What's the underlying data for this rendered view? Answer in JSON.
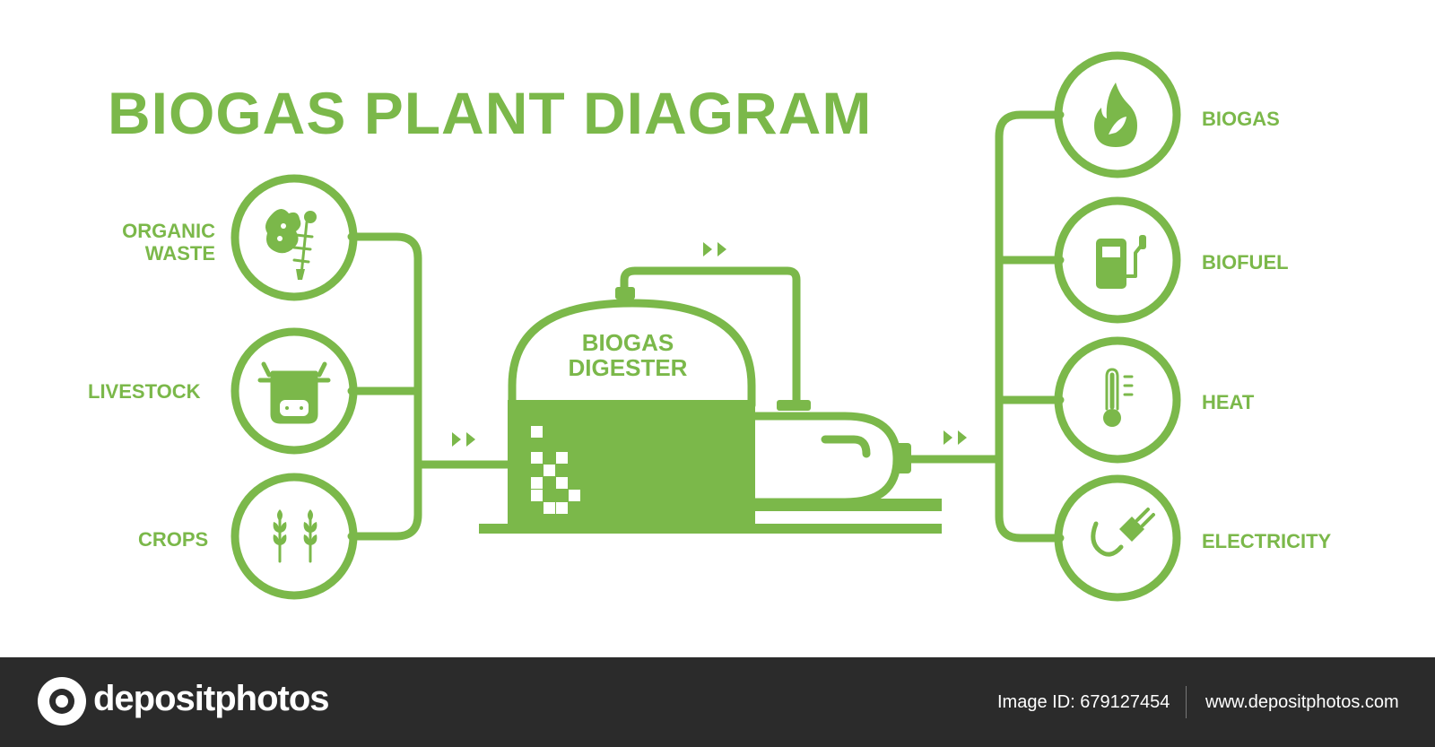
{
  "title": "BIOGAS PLANT DIAGRAM",
  "colors": {
    "accent": "#7bb84a",
    "background": "#ffffff",
    "footer": "#2b2b2b"
  },
  "inputs": [
    {
      "label_lines": [
        "ORGANIC",
        "WASTE"
      ],
      "icon": "organic-waste-icon"
    },
    {
      "label_lines": [
        "LIVESTOCK"
      ],
      "icon": "cow-icon"
    },
    {
      "label_lines": [
        "CROPS"
      ],
      "icon": "wheat-icon"
    }
  ],
  "digester": {
    "label_lines": [
      "BIOGAS",
      "DIGESTER"
    ]
  },
  "outputs": [
    {
      "label": "BIOGAS",
      "icon": "flame-icon"
    },
    {
      "label": "BIOFUEL",
      "icon": "fuel-pump-icon"
    },
    {
      "label": "HEAT",
      "icon": "thermometer-icon"
    },
    {
      "label": "ELECTRICITY",
      "icon": "electric-plug-icon"
    }
  ],
  "footer": {
    "brand": "depositphotos",
    "image_id": "Image ID: 679127454",
    "url": "www.depositphotos.com"
  }
}
